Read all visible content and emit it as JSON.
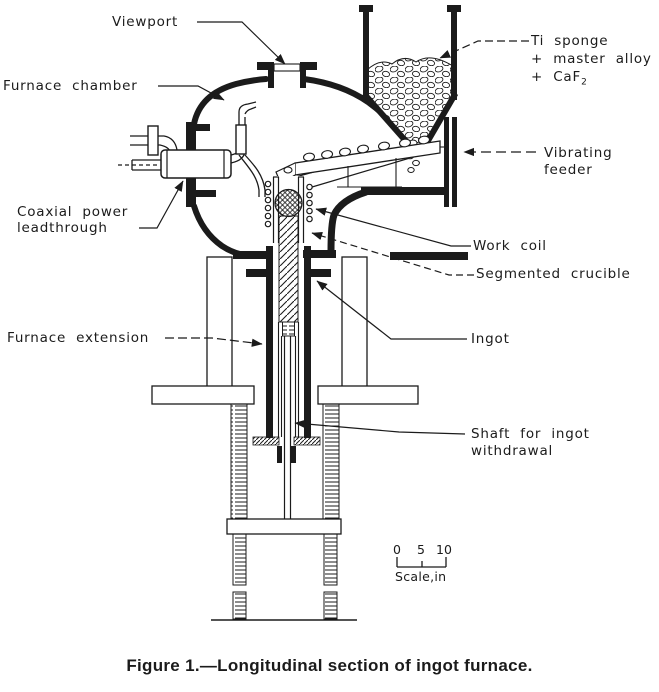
{
  "figure": {
    "caption": "Figure 1.—Longitudinal section of ingot furnace.",
    "labels": {
      "viewport": "Viewport",
      "furnace_chamber": "Furnace chamber",
      "charge_line1": "Ti sponge",
      "charge_line2": "+ master alloy",
      "charge_line3_base": "+ CaF",
      "charge_line3_sub": "2",
      "vibrating_feeder_line1": "Vibrating",
      "vibrating_feeder_line2": "feeder",
      "coaxial_line1": "Coaxial power",
      "coaxial_line2": "leadthrough",
      "work_coil": "Work coil",
      "segmented_crucible": "Segmented crucible",
      "furnace_extension": "Furnace extension",
      "ingot": "Ingot",
      "shaft_line1": "Shaft for ingot",
      "shaft_line2": "withdrawal"
    },
    "scale_bar": {
      "ticks": [
        "0",
        "5",
        "10"
      ],
      "unit_label": "Scale,in"
    },
    "colors": {
      "ink": "#1b1b1b",
      "paper": "#ffffff"
    }
  }
}
